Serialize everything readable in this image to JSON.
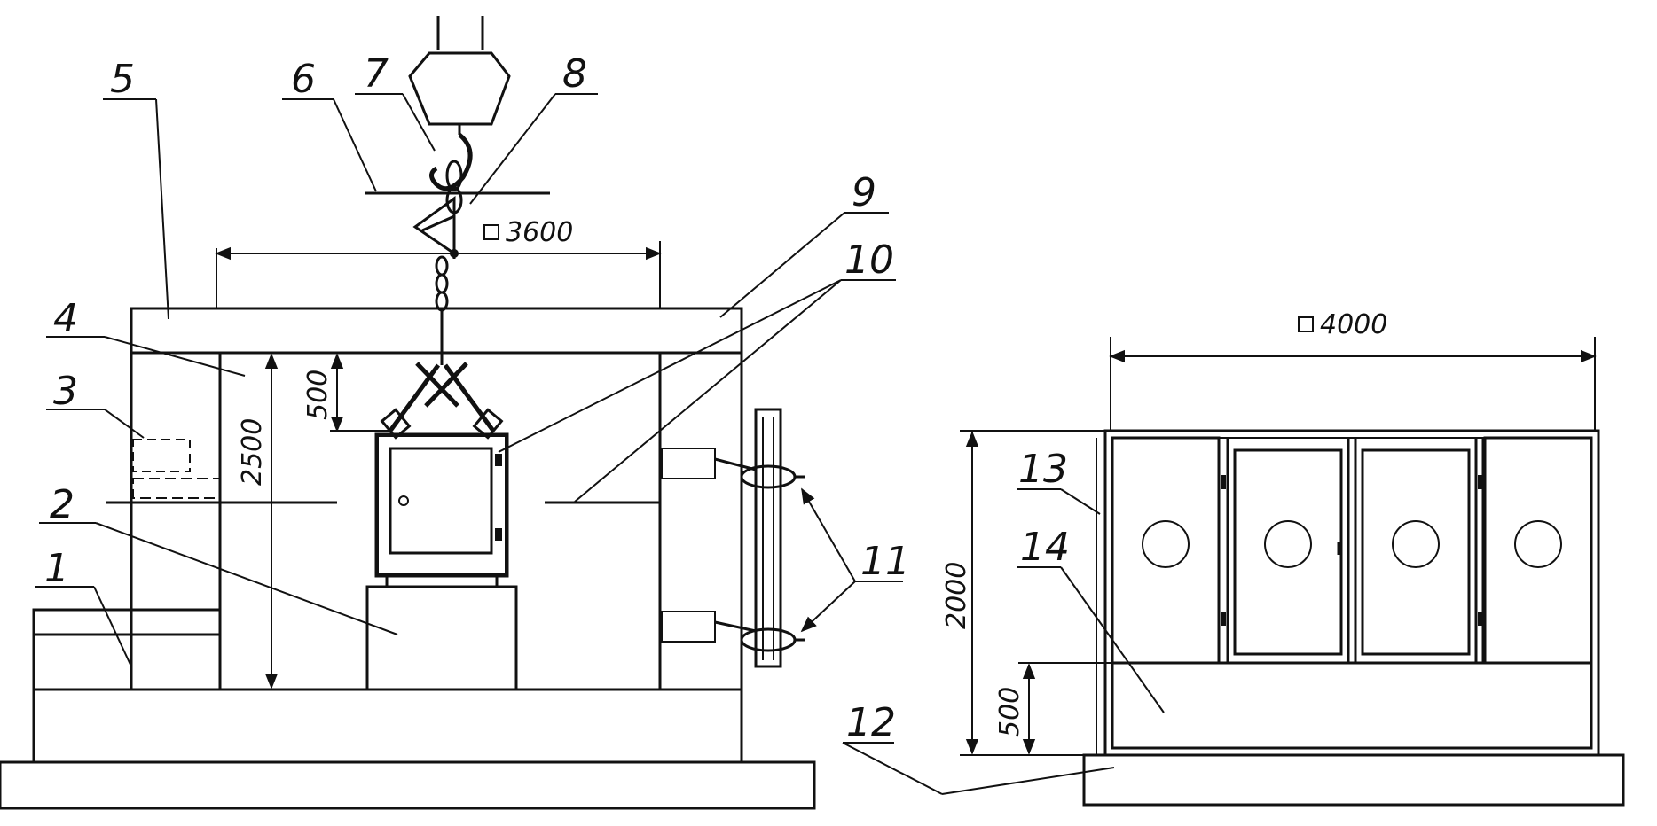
{
  "labels": {
    "n1": "1",
    "n2": "2",
    "n3": "3",
    "n4": "4",
    "n5": "5",
    "n6": "6",
    "n7": "7",
    "n8": "8",
    "n9": "9",
    "n10": "10",
    "n11": "11",
    "n12": "12",
    "n13": "13",
    "n14": "14"
  },
  "dimensions": {
    "d3600": "3600",
    "d2500": "2500",
    "d500_left": "500",
    "d4000": "4000",
    "d2000": "2000",
    "d500_right": "500"
  },
  "colors": {
    "ink": "#111111",
    "paper": "#ffffff"
  }
}
